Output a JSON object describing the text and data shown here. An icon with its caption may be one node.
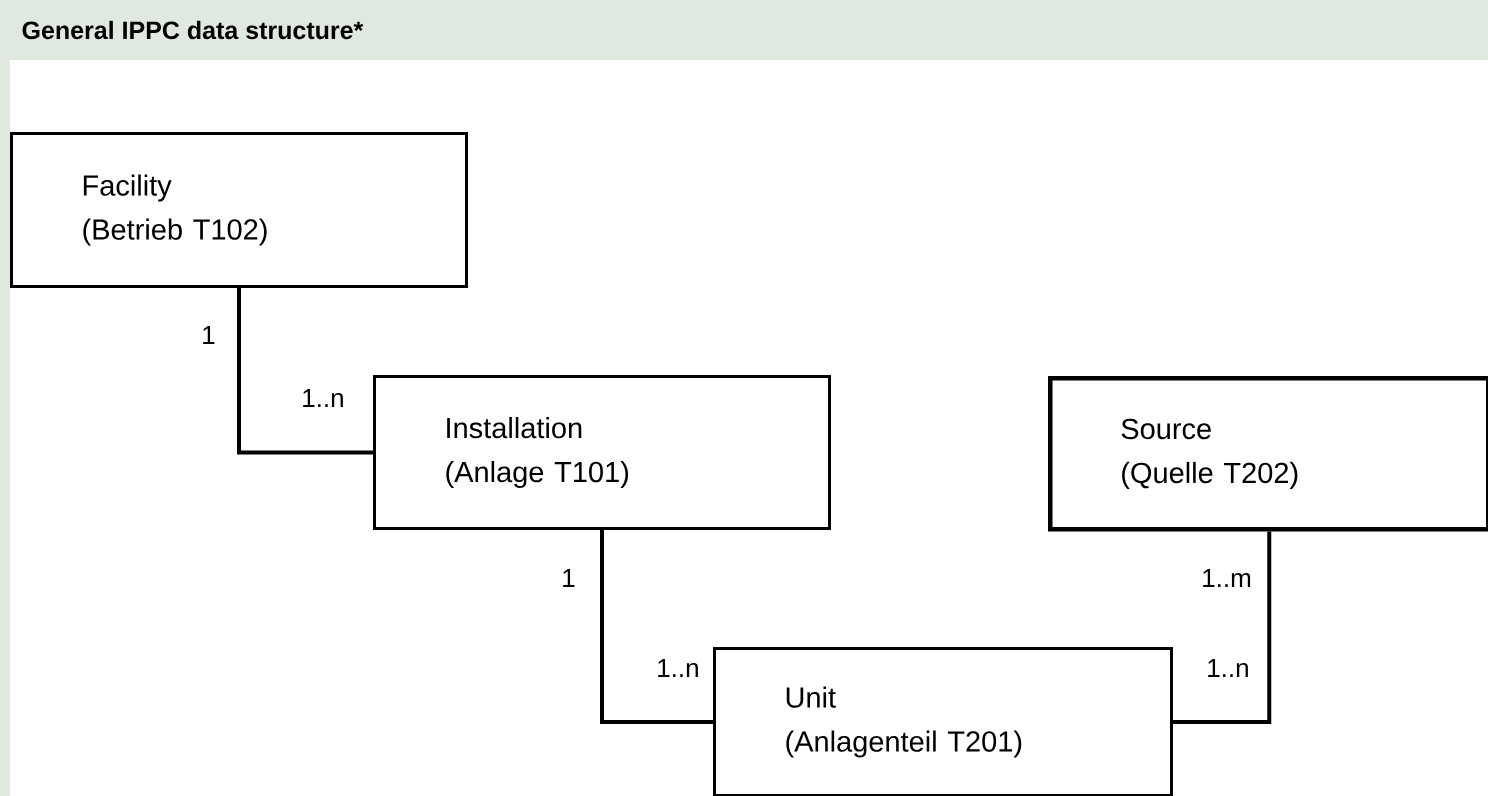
{
  "diagram": {
    "title": "General IPPC data structure*",
    "nodes": [
      {
        "text": [
          "Facility",
          "(Betrieb T102)"
        ]
      },
      {
        "text": [
          "Installation",
          "(Anlage  T101)"
        ]
      },
      {
        "text": [
          "Source",
          "(Quelle T202)"
        ]
      },
      {
        "text": [
          "Unit",
          "(Anlagenteil T201)"
        ]
      }
    ],
    "edges": [
      {
        "from": 0,
        "to": 1,
        "arrow": "none"
      },
      {
        "from": 1,
        "to": 3,
        "arrow": "none"
      },
      {
        "from": 2,
        "to": 3,
        "arrow": "none"
      }
    ],
    "labels": [
      "1",
      "1..n",
      "1",
      "1..n",
      "1..m",
      "1..n"
    ]
  }
}
